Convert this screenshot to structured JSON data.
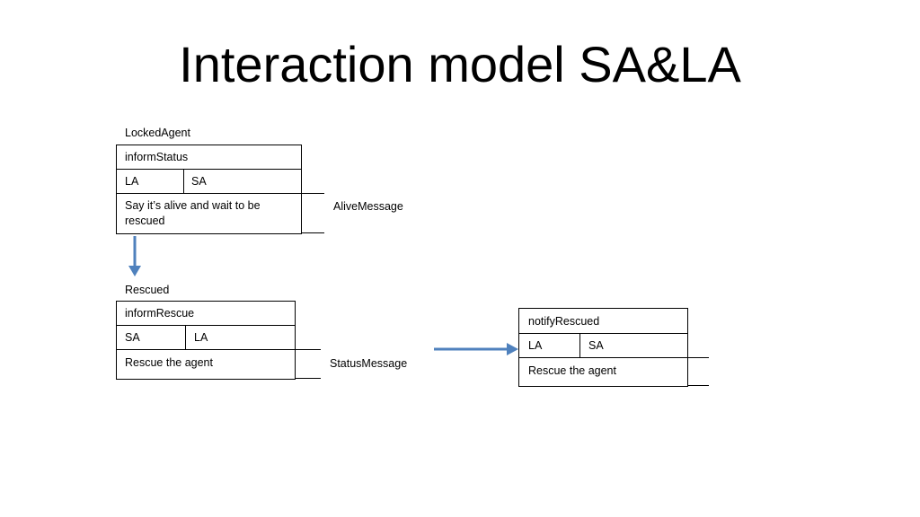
{
  "title": "Interaction model SA&LA",
  "locked": {
    "caption": "LockedAgent",
    "header": "informStatus",
    "col_a": "LA",
    "col_b": "SA",
    "action": "Say it’s alive and wait to be rescued",
    "message": "AliveMessage"
  },
  "rescued": {
    "caption": "Rescued",
    "header": "informRescue",
    "col_a": "SA",
    "col_b": "LA",
    "action": "Rescue the agent",
    "message": "StatusMessage"
  },
  "notify": {
    "header": "notifyRescued",
    "col_a": "LA",
    "col_b": "SA",
    "action": "Rescue the agent"
  },
  "colors": {
    "arrow": "#4f81bd"
  }
}
